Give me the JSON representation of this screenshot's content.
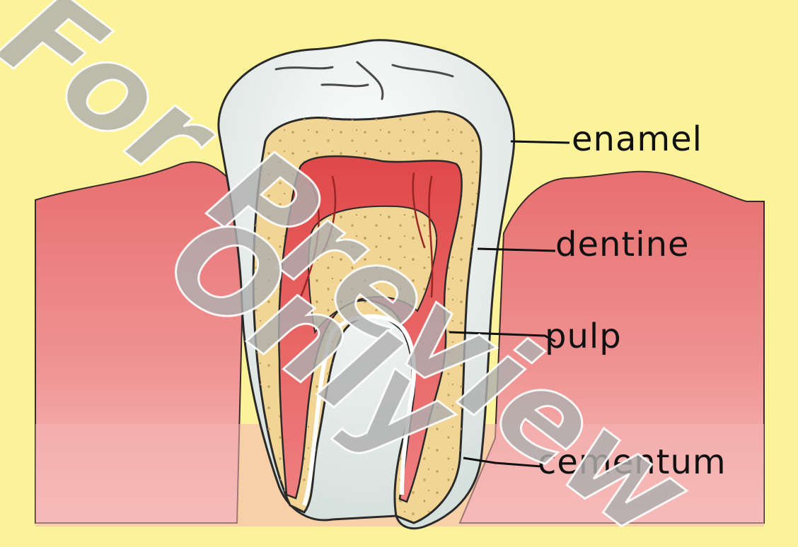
{
  "diagram": {
    "labels": {
      "enamel": "enamel",
      "dentine": "dentine",
      "pulp": "pulp",
      "cementum": "cementum"
    }
  },
  "watermark": {
    "line1": "For Preview",
    "line2": "Only"
  },
  "colors": {
    "background": "#fcf29a",
    "gum": "#ec8585",
    "enamel": "#f3f6f4",
    "dentine": "#f2d595",
    "pulp": "#e55b5b"
  }
}
